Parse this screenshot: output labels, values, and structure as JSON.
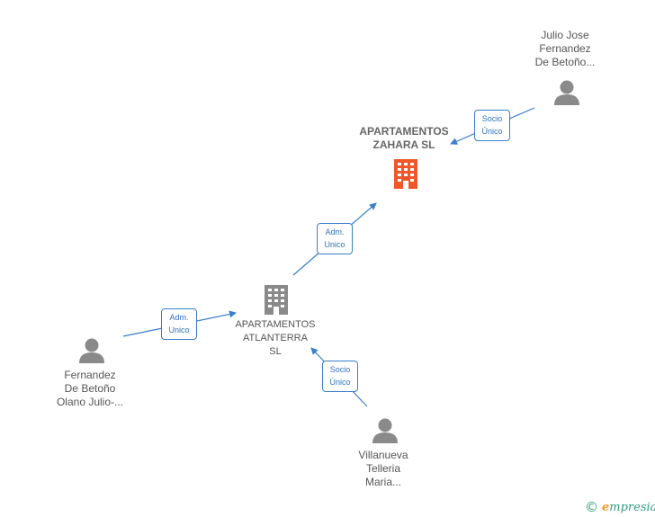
{
  "colors": {
    "edge": "#3a7fc8",
    "company_main": "#f0582a",
    "company": "#8a8a8a",
    "person": "#8a8a8a",
    "brand": "#2e9e7e",
    "brand_accent": "#f39a1f"
  },
  "nodes": {
    "apartamentos_zahara": {
      "lines": [
        "APARTAMENTOS",
        "ZAHARA  SL"
      ],
      "icon": "building-icon"
    },
    "apartamentos_atlanterra": {
      "lines": [
        "APARTAMENTOS",
        "ATLANTERRA",
        "SL"
      ],
      "icon": "building-icon"
    },
    "julio_jose": {
      "lines": [
        "Julio Jose",
        "Fernandez",
        "De Betoño..."
      ],
      "icon": "person-icon"
    },
    "fernandez_olano": {
      "lines": [
        "Fernandez",
        "De Betoño",
        "Olano Julio-..."
      ],
      "icon": "person-icon"
    },
    "villanueva": {
      "lines": [
        "Villanueva",
        "Telleria",
        "Maria..."
      ],
      "icon": "person-icon"
    }
  },
  "edges": {
    "julio_to_zahara": {
      "lines": [
        "Socio",
        "Único"
      ]
    },
    "atlanterra_to_zahara": {
      "lines": [
        "Adm.",
        "Unico"
      ]
    },
    "fernandez_to_atlanterra": {
      "lines": [
        "Adm.",
        "Unico"
      ]
    },
    "villanueva_to_atlanterra": {
      "lines": [
        "Socio",
        "Único"
      ]
    }
  },
  "brand": {
    "copyright": "©",
    "first_letter": "e",
    "rest": "mpresia"
  }
}
